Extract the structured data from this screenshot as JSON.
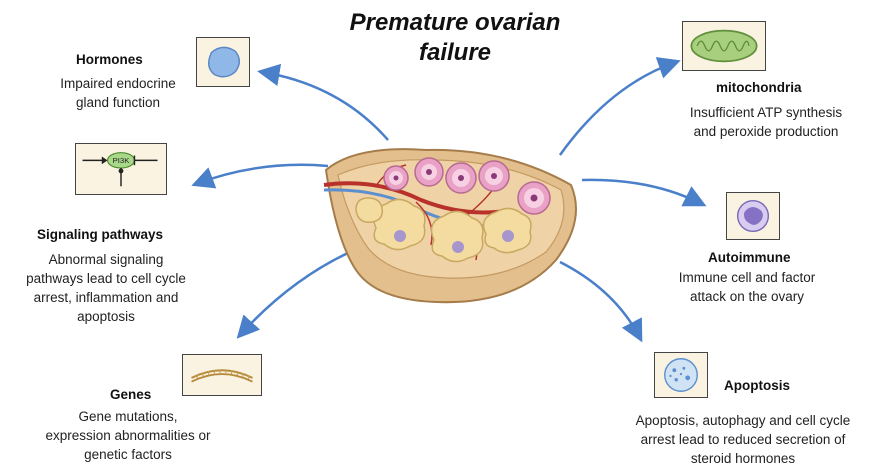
{
  "title": {
    "line1": "Premature ovarian",
    "line2": "failure"
  },
  "items": {
    "hormones": {
      "heading": "Hormones",
      "desc": [
        "Impaired endocrine",
        "gland function"
      ],
      "icon": "endocrine-gland-icon"
    },
    "signaling": {
      "heading": "Signaling pathways",
      "desc": [
        "Abnormal signaling",
        "pathways lead to cell cycle",
        "arrest, inflammation and",
        "apoptosis"
      ],
      "icon": "pi3k-pathway-icon",
      "icon_label": "PI3K"
    },
    "genes": {
      "heading": "Genes",
      "desc": [
        "Gene mutations,",
        "expression abnormalities or",
        "genetic factors"
      ],
      "icon": "dna-icon"
    },
    "mitochondria": {
      "heading": "mitochondria",
      "desc": [
        "Insufficient ATP synthesis",
        "and peroxide production"
      ],
      "icon": "mitochondria-icon"
    },
    "autoimmune": {
      "heading": "Autoimmune",
      "desc": [
        "Immune cell and factor",
        "attack on the ovary"
      ],
      "icon": "immune-cell-icon"
    },
    "apoptosis": {
      "heading": "Apoptosis",
      "desc": [
        "Apoptosis, autophagy and cell cycle",
        "arrest lead to reduced secretion of",
        "steroid hormones"
      ],
      "icon": "apoptotic-cell-icon"
    }
  },
  "colors": {
    "arrow": "#4a7fc9",
    "ovary": "#e8c99a",
    "follicle": "#e9a2c6",
    "vessel_red": "#b8322b",
    "vessel_blue": "#5b8fd0"
  }
}
